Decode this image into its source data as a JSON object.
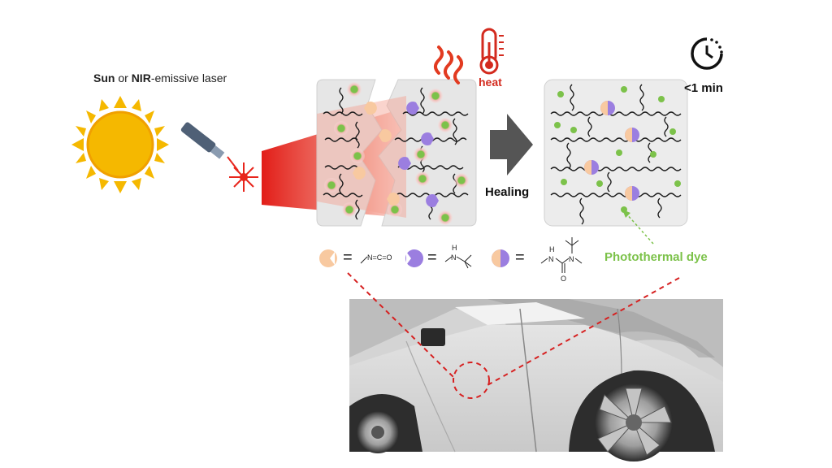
{
  "title": {
    "sun": "Sun",
    "or": " or ",
    "nir": "NIR",
    "rest": "-emissive laser"
  },
  "heat_label": "heat",
  "timer_label": "<1 min",
  "healing_label": "Healing",
  "photothermal_label": "Photothermal dye",
  "legend": {
    "equals": "=",
    "isocyanate": "N=C=O",
    "amine_h": "H",
    "amine_n": "N",
    "urea_h": "H",
    "urea_n1": "N",
    "urea_n2": "N",
    "urea_o": "O"
  },
  "colors": {
    "sun": "#f5b800",
    "beam": "#e8251c",
    "heat": "#d32a1e",
    "dye": "#7cc24a",
    "isocyanate": "#f8c9a0",
    "amine": "#9b7ee0",
    "panel": "#ececec",
    "arrow": "#555555",
    "dash": "#d62020"
  }
}
